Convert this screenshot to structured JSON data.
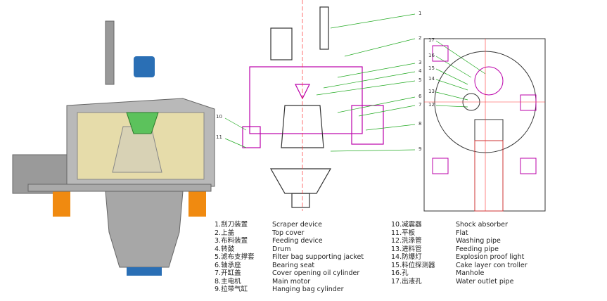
{
  "callouts_mid": [
    "1",
    "2",
    "3",
    "4",
    "5",
    "6",
    "7",
    "8",
    "9",
    "10",
    "11"
  ],
  "callouts_right": [
    "17",
    "16",
    "15",
    "14",
    "13",
    "12"
  ],
  "legend_left": [
    {
      "cn": "1.刮刀装置",
      "en": "Scraper device"
    },
    {
      "cn": "2.上盖",
      "en": "Top cover"
    },
    {
      "cn": "3.布料装置",
      "en": "Feeding device"
    },
    {
      "cn": "4.转鼓",
      "en": "Drum"
    },
    {
      "cn": "5.滤布支撑套",
      "en": "Filter bag supporting jacket"
    },
    {
      "cn": "6.轴承座",
      "en": "Bearing seat"
    },
    {
      "cn": "7.开缸盖",
      "en": "Cover opening oil cylinder"
    },
    {
      "cn": "8.主电机",
      "en": "Main motor"
    },
    {
      "cn": "9.拉带气缸",
      "en": "Hanging bag cylinder"
    }
  ],
  "legend_right": [
    {
      "cn": "10.减震器",
      "en": "Shock absorber"
    },
    {
      "cn": "11.平板",
      "en": "Flat"
    },
    {
      "cn": "12.洗涤管",
      "en": "Washing pipe"
    },
    {
      "cn": "13.进料管",
      "en": "Feeding pipe"
    },
    {
      "cn": "14.防爆灯",
      "en": "Explosion proof light"
    },
    {
      "cn": "15.料位探测器",
      "en": "Cake layer con troller"
    },
    {
      "cn": "16.孔",
      "en": "Manhole"
    },
    {
      "cn": "17.出液孔",
      "en": "Water outlet pipe"
    }
  ]
}
